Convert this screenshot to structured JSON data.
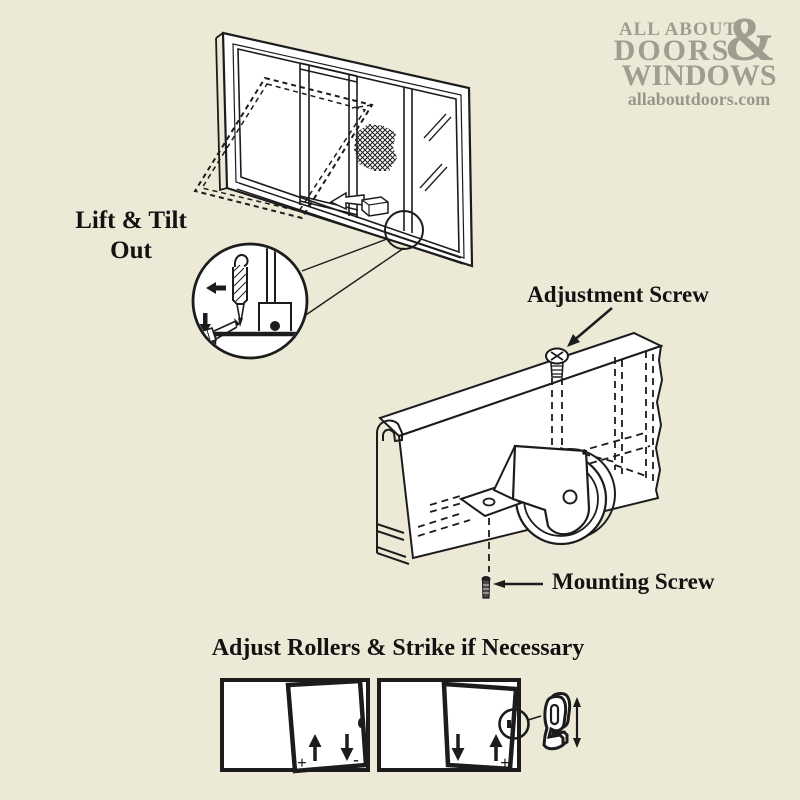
{
  "colors": {
    "background": "#ECEAD6",
    "ink": "#1C1C1C",
    "logo_gray": "#A09D90",
    "white": "#FFFFFF"
  },
  "logo": {
    "line1": "ALL ABOUT",
    "line2": "DOORS",
    "ampersand": "&",
    "line3": "WINDOWS",
    "website": "allaboutdoors.com"
  },
  "labels": {
    "lift_tilt_line1": "Lift & Tilt",
    "lift_tilt_line2": "Out",
    "adjustment_screw": "Adjustment Screw",
    "mounting_screw": "Mounting Screw",
    "bottom_heading": "Adjust Rollers & Strike if Necessary"
  },
  "adjust_panels": {
    "left": {
      "plus": "+",
      "minus": "-"
    },
    "right": {
      "minus": "-",
      "plus": "+"
    }
  }
}
